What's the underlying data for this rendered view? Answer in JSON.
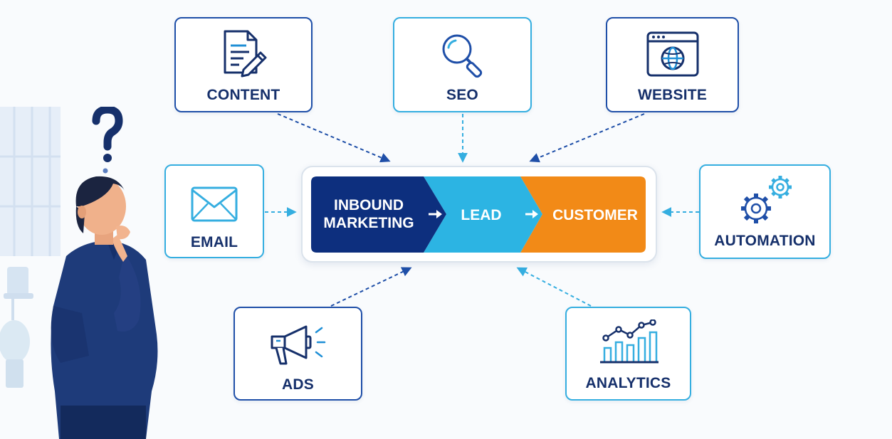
{
  "funnel": {
    "stages": [
      {
        "label_line1": "INBOUND",
        "label_line2": "MARKETING",
        "color": "#0d2f7e"
      },
      {
        "label": "LEAD",
        "color": "#2cb4e3"
      },
      {
        "label": "CUSTOMER",
        "color": "#f28a17"
      }
    ]
  },
  "cards": {
    "content": {
      "label": "CONTENT",
      "icon": "document-pencil-icon"
    },
    "seo": {
      "label": "SEO",
      "icon": "magnifier-icon"
    },
    "website": {
      "label": "WEBSITE",
      "icon": "browser-globe-icon"
    },
    "email": {
      "label": "EMAIL",
      "icon": "envelope-icon"
    },
    "automation": {
      "label": "AUTOMATION",
      "icon": "gears-icon"
    },
    "ads": {
      "label": "ADS",
      "icon": "megaphone-icon"
    },
    "analytics": {
      "label": "ANALYTICS",
      "icon": "bar-line-chart-icon"
    }
  },
  "colors": {
    "navy": "#16306b",
    "blue": "#1f4fa8",
    "cyan": "#35aee0",
    "orange": "#f28a17"
  }
}
